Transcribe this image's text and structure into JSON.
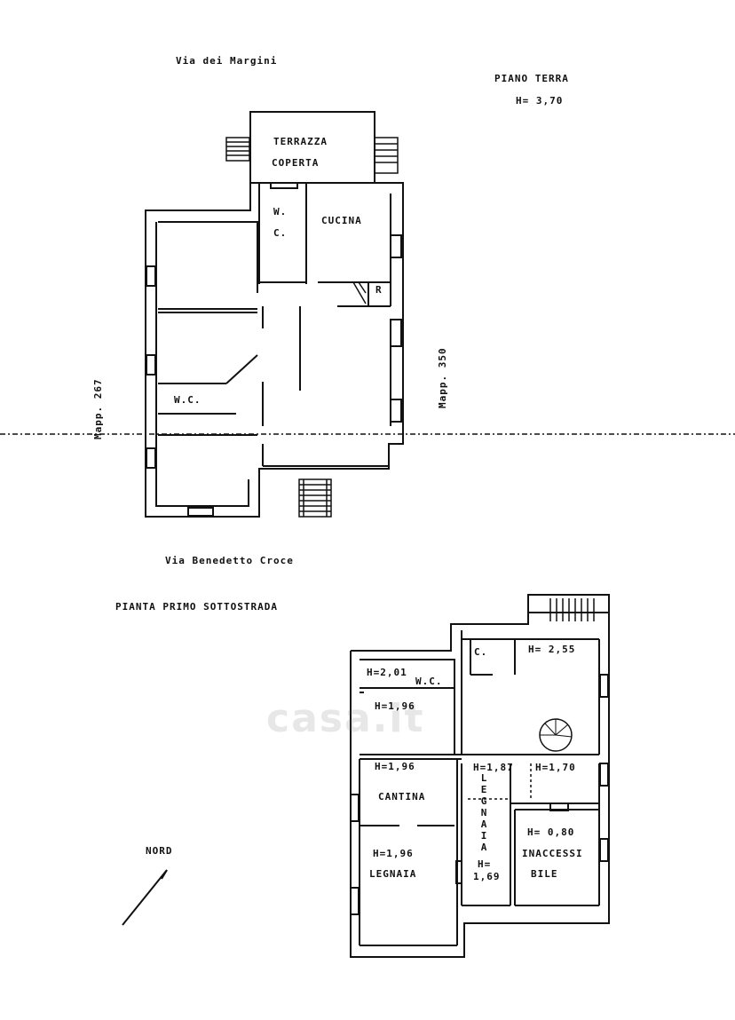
{
  "ground_floor": {
    "street_top": "Via  dei  Margini",
    "street_bottom": "Via  Benedetto  Croce",
    "title": "PIANO  TERRA",
    "height": "H= 3,70",
    "rooms": {
      "terrazza_1": "TERRAZZA",
      "terrazza_2": "COPERTA",
      "wc_top_1": "W.",
      "wc_top_2": "C.",
      "cucina": "CUCINA",
      "r": "R",
      "wc_left": "W.C."
    },
    "mapp_left": "Mapp. 267",
    "mapp_right": "Mapp. 350"
  },
  "basement": {
    "title": "PIANTA  PRIMO SOTTOSTRADA",
    "rooms": {
      "c": "C.",
      "h255": "H= 2,55",
      "h201": "H=2,01",
      "wc": "W.C.",
      "h196a": "H=1,96",
      "h196b": "H=1,96",
      "h187": "H=1,87",
      "h170": "H=1,70",
      "cantina": "CANTINA",
      "legnaia_vertical": "LEGNAIA",
      "h169_1": "H=",
      "h169_2": "1,69",
      "h080": "H= 0,80",
      "inaccessi_1": "INACCESSI",
      "inaccessi_2": "BILE",
      "h196c": "H=1,96",
      "legnaia": "LEGNAIA"
    }
  },
  "north_label": "NORD",
  "watermark": "casa.it"
}
